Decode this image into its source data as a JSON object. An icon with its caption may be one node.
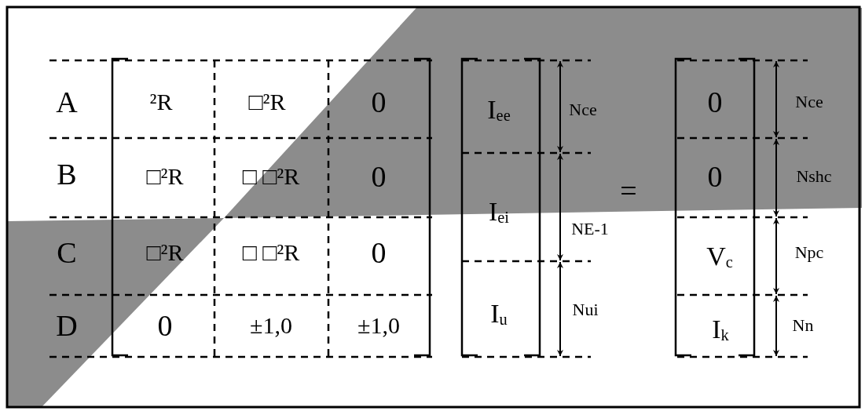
{
  "diagram": {
    "labels": [
      "A",
      "²R",
      "□²R",
      "0",
      "I$_{ee}$",
      "Nce",
      "0",
      "Nce",
      "B",
      "□²R",
      "□ □²R",
      "0",
      "=",
      "0",
      "Nshc",
      "I$_{ei}$",
      "NE-1",
      "C",
      "□²R",
      "□ □²R",
      "0",
      "V$_{c}$",
      "Npc",
      "D",
      "0",
      "±1,0",
      "±1,0",
      "I$_{u}$",
      "Nui",
      "I$_{k}$",
      "Nn"
    ]
  }
}
